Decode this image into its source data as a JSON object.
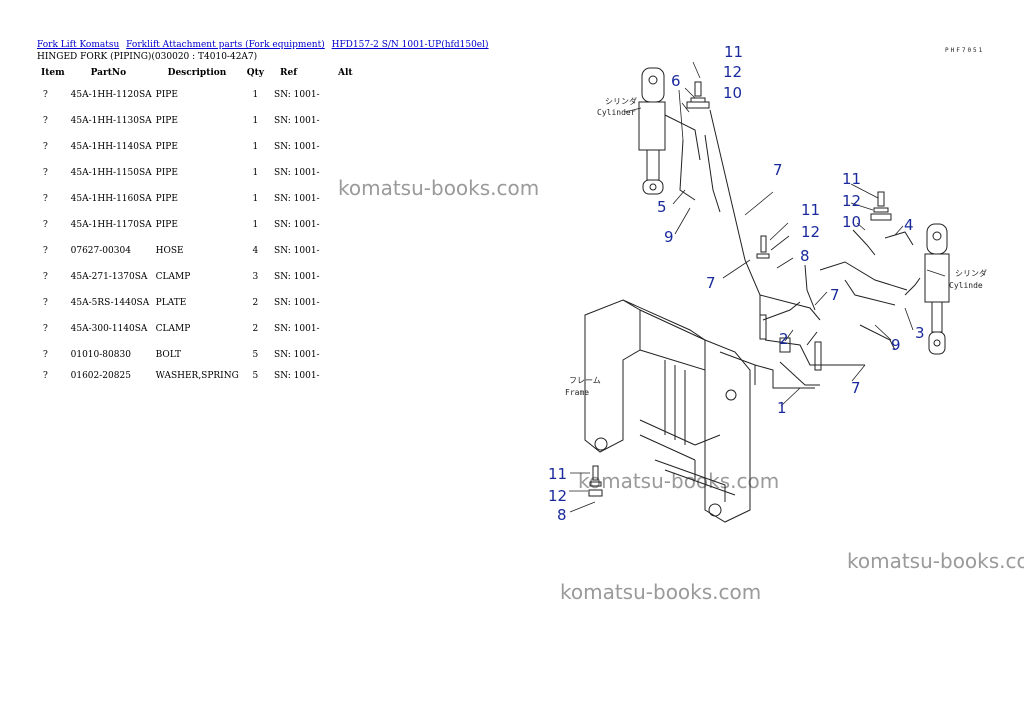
{
  "breadcrumb": [
    {
      "label": "Fork Lift Komatsu"
    },
    {
      "label": "Forklift Attachment parts (Fork equipment)"
    },
    {
      "label": "HFD157-2 S/N 1001-UP(hfd150el)"
    }
  ],
  "subtitle": "HINGED FORK (PIPING)(030020 : T4010-42A7)",
  "table": {
    "headers": {
      "item": "Item",
      "part_no": "PartNo",
      "description": "Description",
      "qty": "Qty",
      "ref": "Ref",
      "alt": "Alt"
    },
    "rows": [
      {
        "item": "?",
        "part_no": "45A-1HH-1120SA",
        "description": "PIPE",
        "qty": "1",
        "ref": "SN: 1001-"
      },
      {
        "item": "?",
        "part_no": "45A-1HH-1130SA",
        "description": "PIPE",
        "qty": "1",
        "ref": "SN: 1001-"
      },
      {
        "item": "?",
        "part_no": "45A-1HH-1140SA",
        "description": "PIPE",
        "qty": "1",
        "ref": "SN: 1001-"
      },
      {
        "item": "?",
        "part_no": "45A-1HH-1150SA",
        "description": "PIPE",
        "qty": "1",
        "ref": "SN: 1001-"
      },
      {
        "item": "?",
        "part_no": "45A-1HH-1160SA",
        "description": "PIPE",
        "qty": "1",
        "ref": "SN: 1001-"
      },
      {
        "item": "?",
        "part_no": "45A-1HH-1170SA",
        "description": "PIPE",
        "qty": "1",
        "ref": "SN: 1001-"
      },
      {
        "item": "?",
        "part_no": "07627-00304",
        "description": "HOSE",
        "qty": "4",
        "ref": "SN: 1001-"
      },
      {
        "item": "?",
        "part_no": "45A-271-1370SA",
        "description": "CLAMP",
        "qty": "3",
        "ref": "SN: 1001-"
      },
      {
        "item": "?",
        "part_no": "45A-5RS-1440SA",
        "description": "PLATE",
        "qty": "2",
        "ref": "SN: 1001-"
      },
      {
        "item": "?",
        "part_no": "45A-300-1140SA",
        "description": "CLAMP",
        "qty": "2",
        "ref": "SN: 1001-"
      },
      {
        "item": "?",
        "part_no": "01010-80830",
        "description": "BOLT",
        "qty": "5",
        "ref": "SN: 1001-"
      },
      {
        "item": "?",
        "part_no": "01602-20825",
        "description": "WASHER,SPRING",
        "qty": "5",
        "ref": "SN: 1001-"
      }
    ]
  },
  "watermark_text": "komatsu-books.com",
  "diagram": {
    "callouts": [
      "11",
      "12",
      "10",
      "6",
      "7",
      "5",
      "9",
      "11",
      "12",
      "8",
      "7",
      "11",
      "12",
      "10",
      "4",
      "7",
      "2",
      "9",
      "3",
      "7",
      "1",
      "11",
      "12",
      "8"
    ],
    "cylinder_left": {
      "jp": "シリンダ",
      "en": "Cylinder"
    },
    "cylinder_right": {
      "jp": "シリンダ",
      "en": "Cylinde"
    },
    "frame": {
      "jp": "フレーム",
      "en": "Frame"
    },
    "code": "PHF7051"
  }
}
